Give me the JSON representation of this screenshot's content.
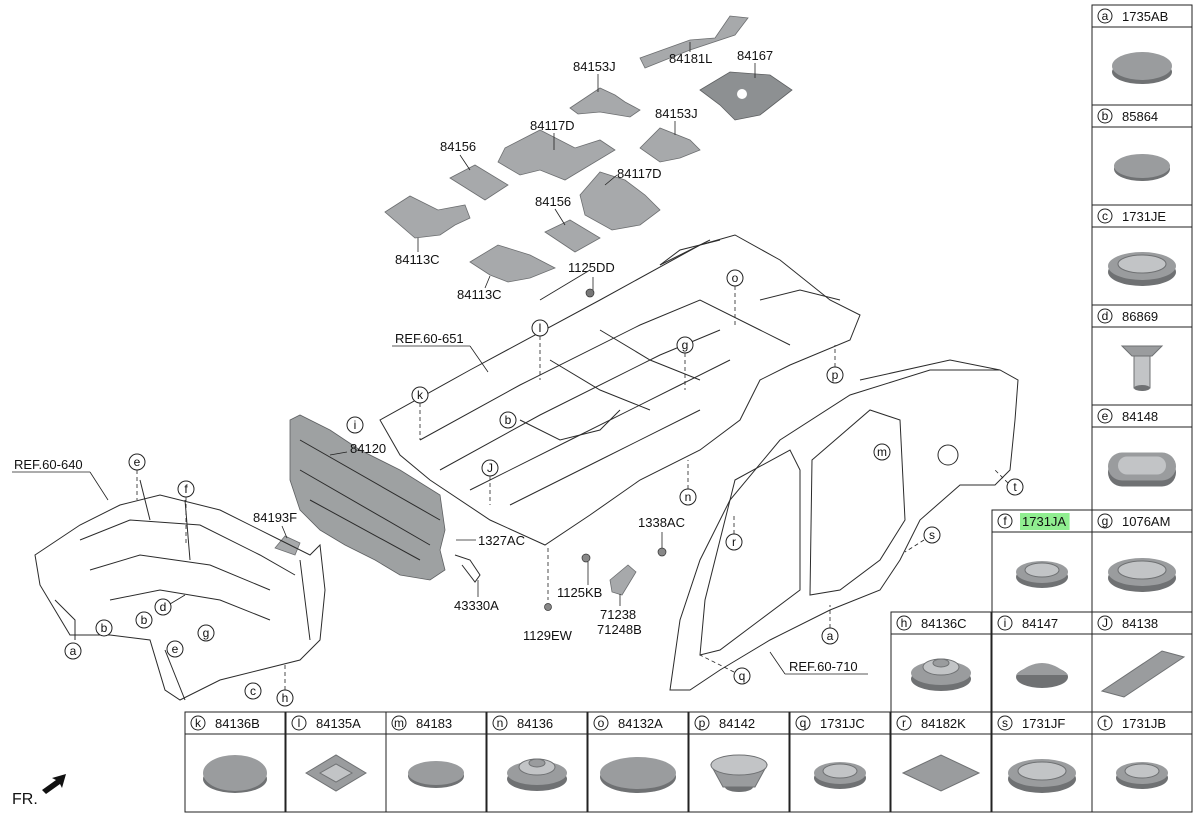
{
  "parts_table": [
    {
      "letter": "a",
      "part": "1735AB",
      "shape": "plug-dome"
    },
    {
      "letter": "b",
      "part": "85864",
      "shape": "disc-flat"
    },
    {
      "letter": "c",
      "part": "1731JE",
      "shape": "plug-rim"
    },
    {
      "letter": "d",
      "part": "86869",
      "shape": "clip"
    },
    {
      "letter": "e",
      "part": "84148",
      "shape": "plug-oval"
    },
    {
      "letter": "f",
      "part": "1731JA",
      "shape": "plug-rim-small",
      "highlight": true
    },
    {
      "letter": "g",
      "part": "1076AM",
      "shape": "plug-rim"
    },
    {
      "letter": "h",
      "part": "84136C",
      "shape": "plug-stepped"
    },
    {
      "letter": "i",
      "part": "84147",
      "shape": "plug-cone"
    },
    {
      "letter": "J",
      "part": "84138",
      "shape": "pad-rect"
    },
    {
      "letter": "k",
      "part": "84136B",
      "shape": "plug-dome-large"
    },
    {
      "letter": "l",
      "part": "84135A",
      "shape": "plug-square"
    },
    {
      "letter": "m",
      "part": "84183",
      "shape": "disc-flat"
    },
    {
      "letter": "n",
      "part": "84136",
      "shape": "plug-stepped"
    },
    {
      "letter": "o",
      "part": "84132A",
      "shape": "disc-large"
    },
    {
      "letter": "p",
      "part": "84142",
      "shape": "plug-cup"
    },
    {
      "letter": "q",
      "part": "1731JC",
      "shape": "plug-rim-small"
    },
    {
      "letter": "r",
      "part": "84182K",
      "shape": "pad-diamond"
    },
    {
      "letter": "s",
      "part": "1731JF",
      "shape": "plug-rim"
    },
    {
      "letter": "t",
      "part": "1731JB",
      "shape": "plug-rim-small"
    }
  ],
  "callouts": {
    "p84181L": "84181L",
    "p84167": "84167",
    "p84153J_1": "84153J",
    "p84153J_2": "84153J",
    "p84117D_1": "84117D",
    "p84117D_2": "84117D",
    "p84156_1": "84156",
    "p84156_2": "84156",
    "p84113C_1": "84113C",
    "p84113C_2": "84113C",
    "p1125DD": "1125DD",
    "ref651": "REF.60-651",
    "ref640": "REF.60-640",
    "ref710": "REF.60-710",
    "p84120": "84120",
    "p84193F": "84193F",
    "p1327AC": "1327AC",
    "p43330A": "43330A",
    "p1338AC": "1338AC",
    "p1125KB": "1125KB",
    "p71238": "71238",
    "p71248B": "71248B",
    "p1129EW": "1129EW"
  },
  "body_letters": {
    "o": "o",
    "l": "l",
    "g": "g",
    "p": "p",
    "k": "k",
    "b1": "b",
    "i": "i",
    "J": "J",
    "n": "n",
    "m": "m",
    "t": "t",
    "s": "s",
    "r": "r",
    "a1": "a",
    "q": "q",
    "e1": "e",
    "f": "f",
    "d": "d",
    "b2": "b",
    "b3": "b",
    "g2": "g",
    "e2": "e",
    "a2": "a",
    "c": "c",
    "h": "h"
  },
  "front_indicator": "FR."
}
